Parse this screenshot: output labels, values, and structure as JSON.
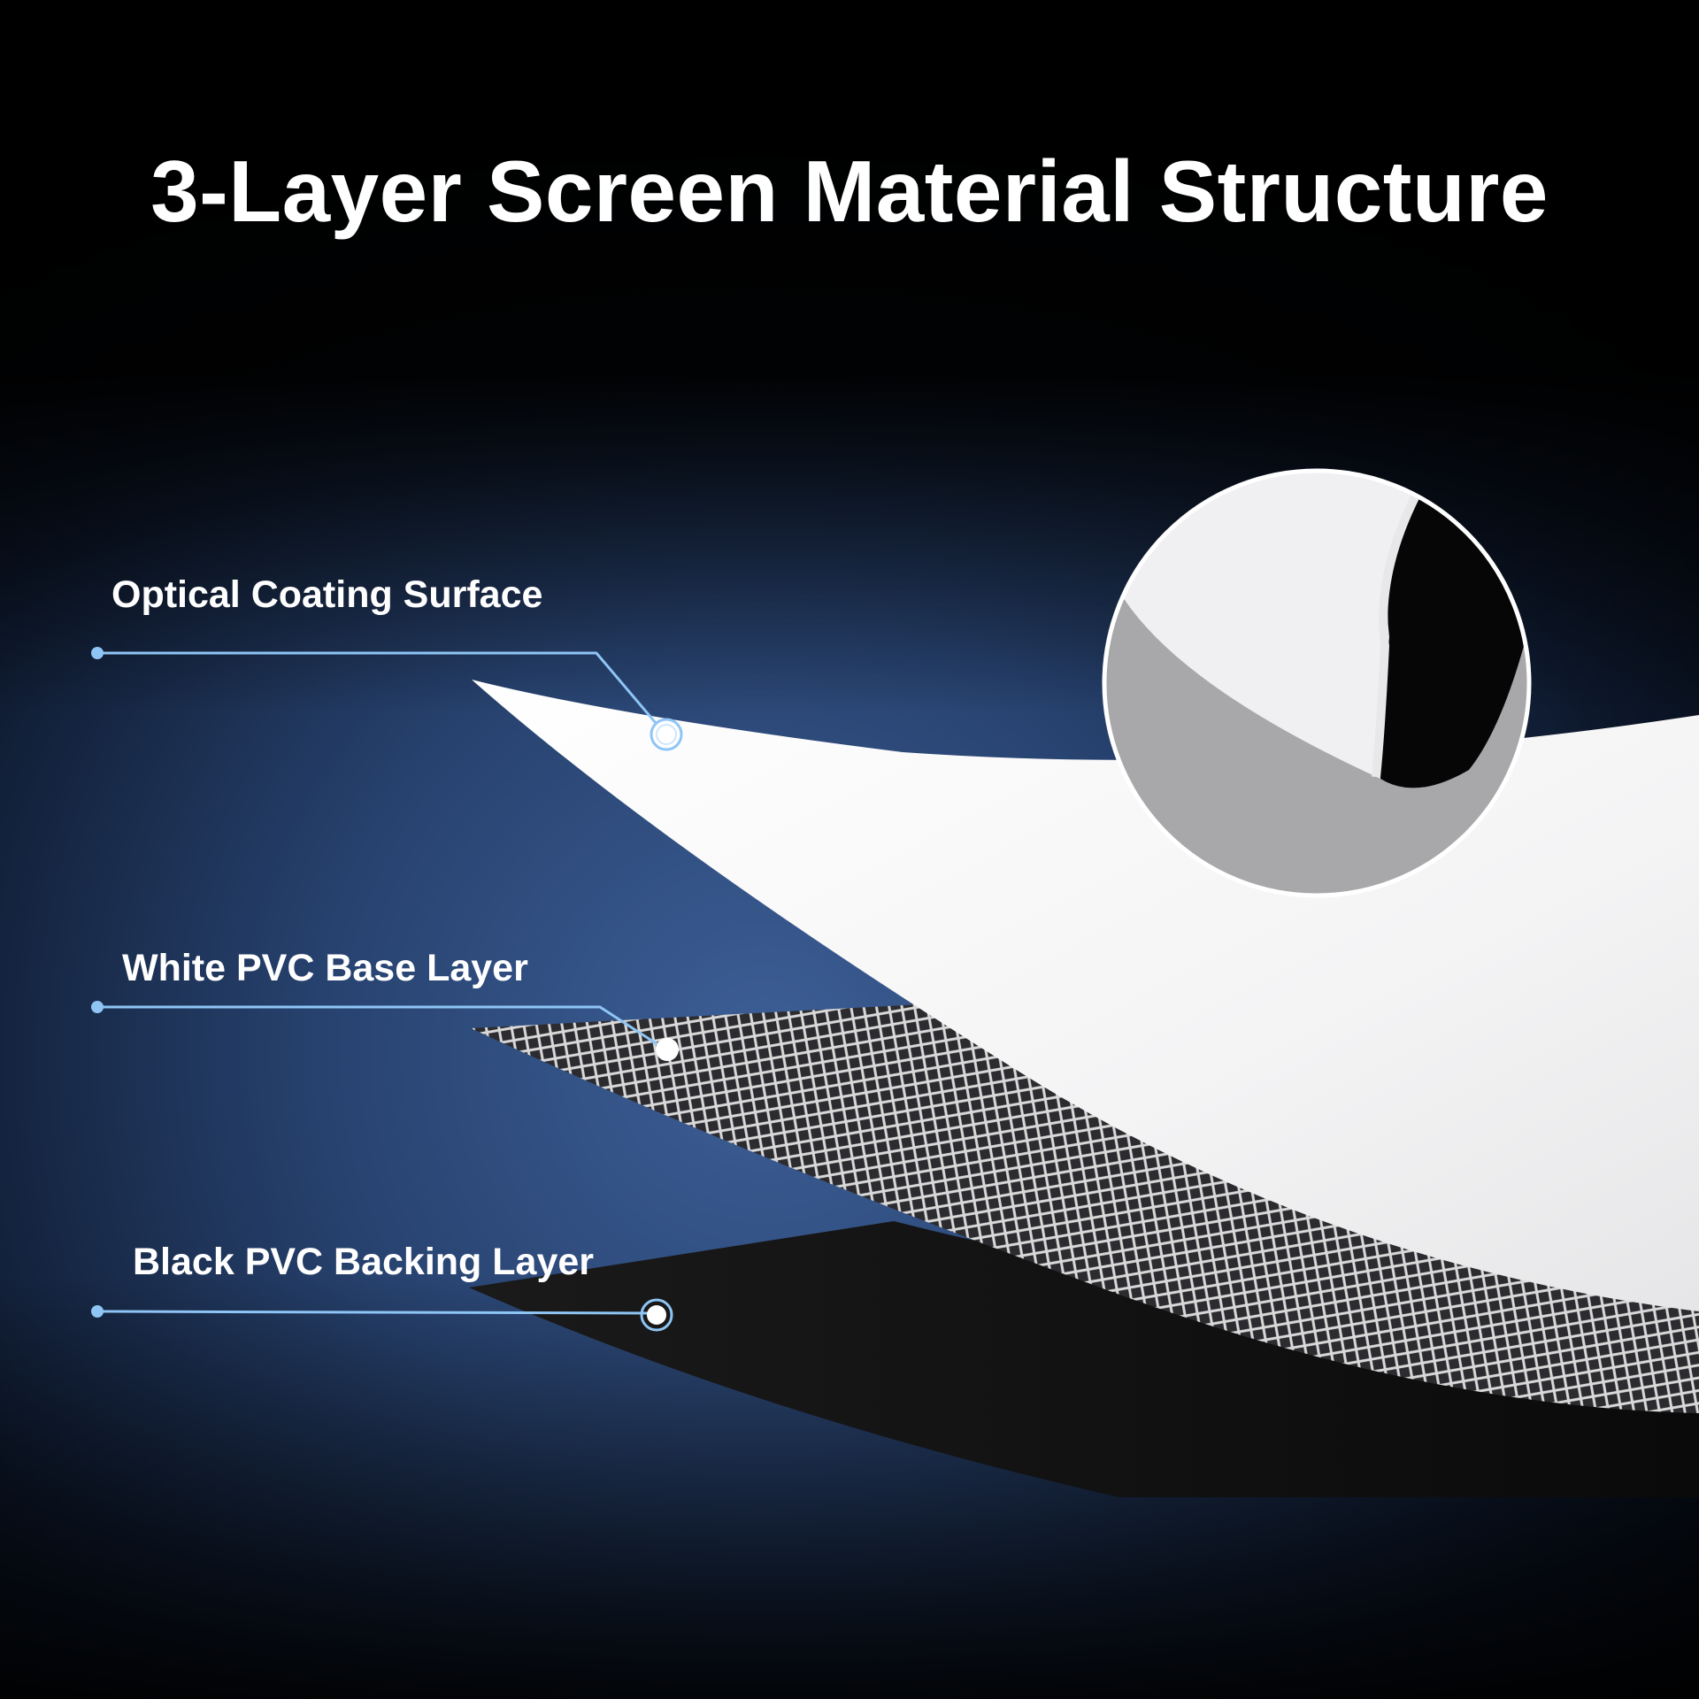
{
  "title": "3-Layer Screen Material Structure",
  "layers": [
    {
      "label": "Optical Coating Surface"
    },
    {
      "label": "White PVC Base Layer"
    },
    {
      "label": "Black PVC Backing Layer"
    }
  ],
  "colors": {
    "background_top": "#000000",
    "background_glow": "#3a5a8f",
    "callout_line": "#8ec5f5",
    "coating_surface": "#f7f7f8",
    "mesh": "#c8c8c8",
    "backing": "#121212"
  },
  "icons": [
    "callout-dot-icon",
    "magnifier-detail"
  ]
}
